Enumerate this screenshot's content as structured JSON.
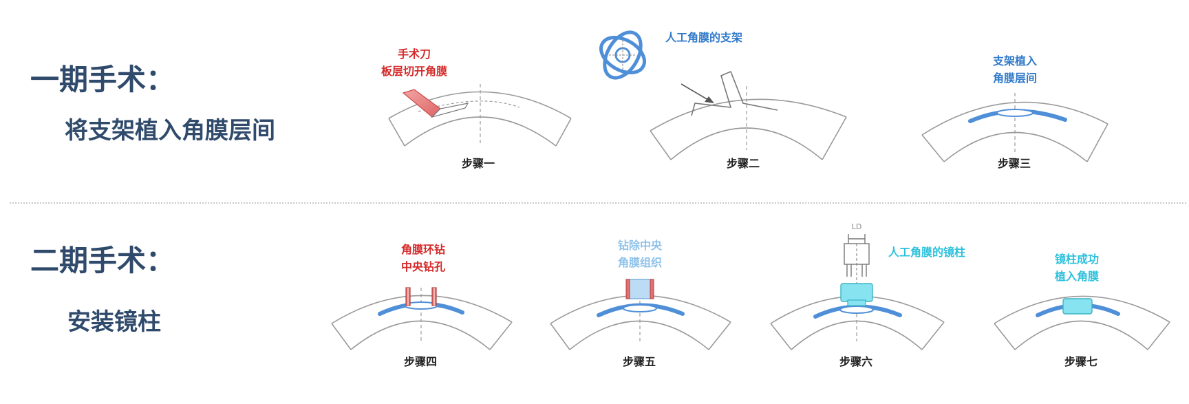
{
  "stage1": {
    "title": "一期手术：",
    "subtitle": "将支架植入角膜层间",
    "steps": [
      {
        "label": "步骤一",
        "annotation": [
          "手术刀",
          "板层切开角膜"
        ]
      },
      {
        "label": "步骤二",
        "annotation": [
          "人工角膜的支架"
        ]
      },
      {
        "label": "步骤三",
        "annotation": [
          "支架植入",
          "角膜层间"
        ]
      }
    ]
  },
  "stage2": {
    "title": "二期手术：",
    "subtitle": "安装镜柱",
    "steps": [
      {
        "label": "步骤四",
        "annotation": [
          "角膜环钻",
          "中央钻孔"
        ]
      },
      {
        "label": "步骤五",
        "annotation": [
          "钻除中央",
          "角膜组织"
        ]
      },
      {
        "label": "步骤六",
        "annotation": [
          "人工角膜的镜柱"
        ],
        "dimension_label": "LD"
      },
      {
        "label": "步骤七",
        "annotation": [
          "镜柱成功",
          "植入角膜"
        ]
      }
    ]
  },
  "colors": {
    "title": "#2f4a6b",
    "red": "#d42a2a",
    "blue": "#2f79c9",
    "light_blue": "#8ec2ea",
    "cyan": "#2bc0dc",
    "implant_blue": "#4f8fd8",
    "post_cyan": "#86e3ef"
  }
}
